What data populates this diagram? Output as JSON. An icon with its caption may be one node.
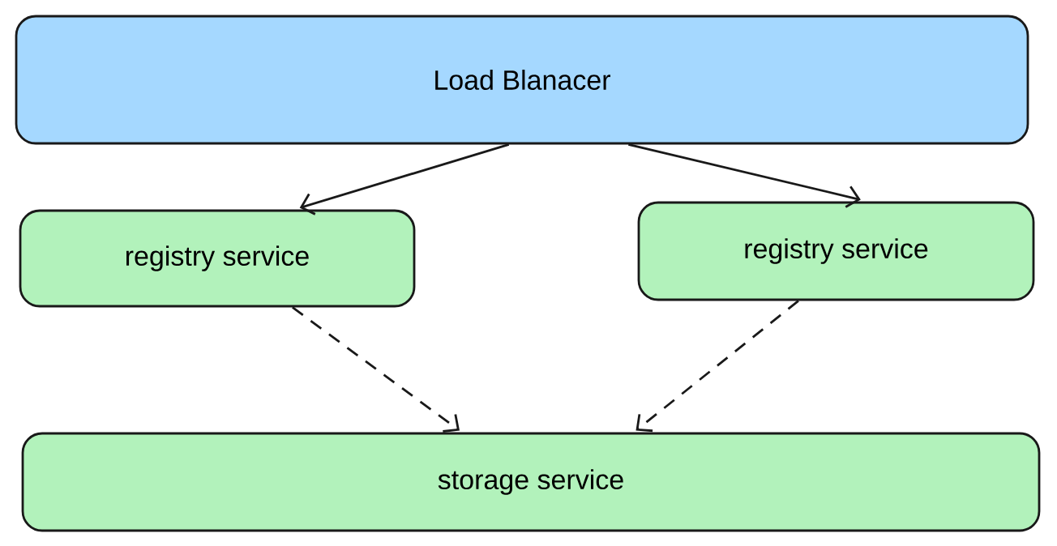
{
  "diagram": {
    "nodes": [
      {
        "text": [
          "Load Blanacer"
        ]
      },
      {
        "text": [
          "registry service"
        ]
      },
      {
        "text": [
          "registry service"
        ]
      },
      {
        "text": [
          "storage service"
        ]
      }
    ],
    "edges": [
      {
        "from": 0,
        "to": 1,
        "arrow": "to"
      },
      {
        "from": 0,
        "to": 2,
        "arrow": "to"
      },
      {
        "from": 1,
        "to": 3,
        "arrow": "to",
        "style": "dashed"
      },
      {
        "from": 2,
        "to": 3,
        "arrow": "to",
        "style": "dashed"
      }
    ]
  }
}
